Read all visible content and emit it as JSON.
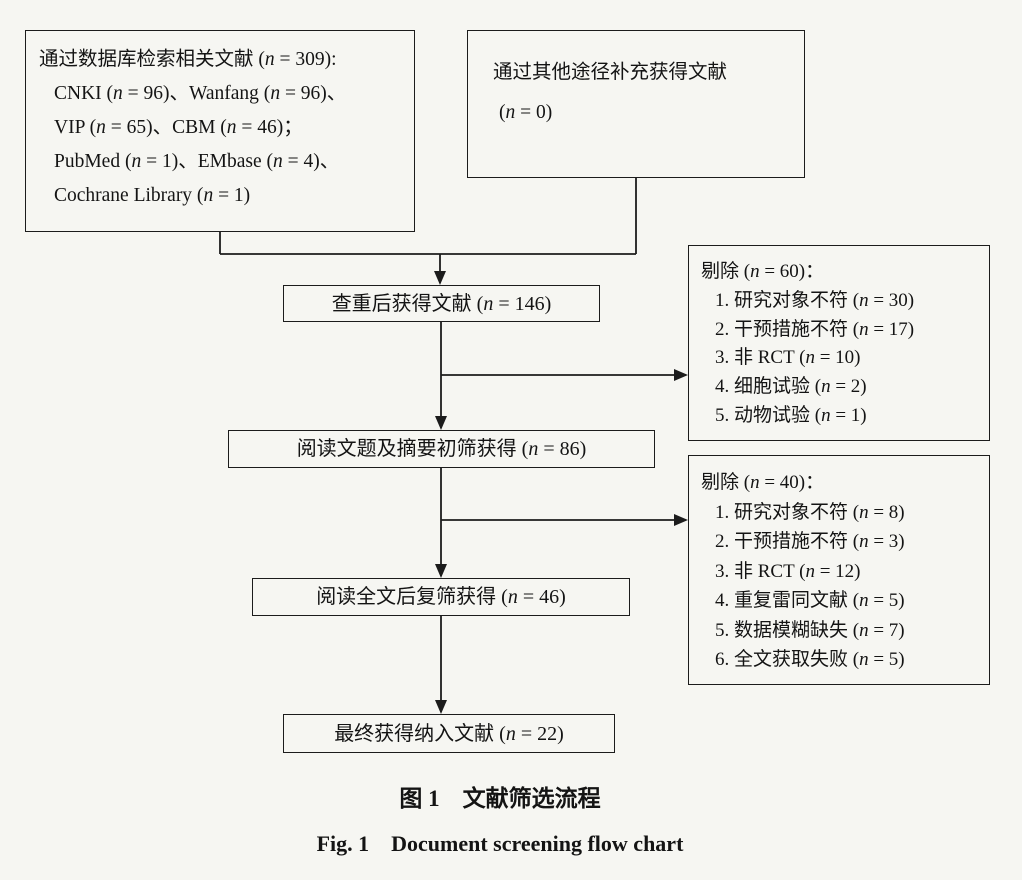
{
  "page": {
    "background": "#f6f6f2",
    "line_color": "#1c1c1c",
    "caption_zh": "图 1　文献筛选流程",
    "caption_en": "Fig. 1　Document screening flow chart"
  },
  "boxes": {
    "database_search": {
      "lines": [
        "通过数据库检索相关文献 (n = 309):",
        "CNKI (n = 96)、Wanfang (n = 96)、",
        "VIP (n = 65)、CBM (n = 46)；",
        "PubMed (n = 1)、EMbase (n = 4)、",
        "Cochrane Library (n = 1)"
      ]
    },
    "other_sources": {
      "lines": [
        "通过其他途径补充获得文献",
        "(n = 0)"
      ]
    },
    "after_dedup": {
      "label": "查重后获得文献 (n = 146)"
    },
    "excluded_first": {
      "lines": [
        "剔除 (n = 60)：",
        "1. 研究对象不符 (n = 30)",
        "2. 干预措施不符 (n = 17)",
        "3. 非 RCT (n = 10)",
        "4. 细胞试验 (n = 2)",
        "5. 动物试验 (n = 1)"
      ]
    },
    "title_abstract_screen": {
      "label": "阅读文题及摘要初筛获得 (n = 86)"
    },
    "excluded_second": {
      "lines": [
        "剔除 (n = 40)：",
        "1. 研究对象不符 (n = 8)",
        "2. 干预措施不符 (n = 3)",
        "3. 非 RCT (n = 12)",
        "4. 重复雷同文献 (n = 5)",
        "5. 数据模糊缺失 (n = 7)",
        "6. 全文获取失败 (n = 5)"
      ]
    },
    "fulltext_screen": {
      "label": "阅读全文后复筛获得 (n = 46)"
    },
    "final_included": {
      "label": "最终获得纳入文献 (n = 22)"
    }
  }
}
